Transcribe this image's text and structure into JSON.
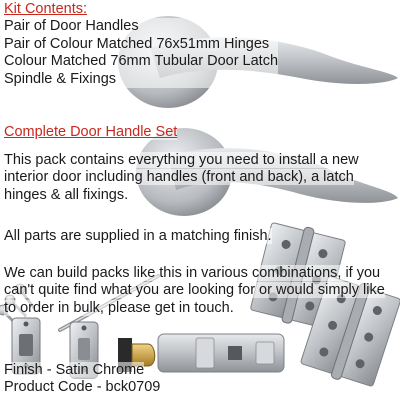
{
  "kit_contents": {
    "heading": "Kit Contents:",
    "items": [
      "Pair of Door Handles",
      "Pair of Colour Matched 76x51mm Hinges",
      "Colour Matched 76mm Tubular Door Latch",
      "Spindle & Fixings"
    ]
  },
  "complete_set": {
    "heading": "Complete Door Handle Set",
    "paragraph_1": "This pack contains everything you need to install a new interior door including handles (front and back), a latch hinges & all fixings.",
    "paragraph_2": "All parts are supplied in a matching finish.",
    "paragraph_3": "We can build packs like this in various combinations, if you can't quite find what you are looking for or would simply like to order in bulk, please get in touch."
  },
  "finish_line": "Finish - Satin Chrome",
  "product_code_line": "Product Code - bck0709",
  "colors": {
    "heading_red": "#c8281e",
    "body_text": "#1a1a1a",
    "satin_chrome": "#b9bcc0",
    "brass_bolt": "#c9a24a"
  }
}
